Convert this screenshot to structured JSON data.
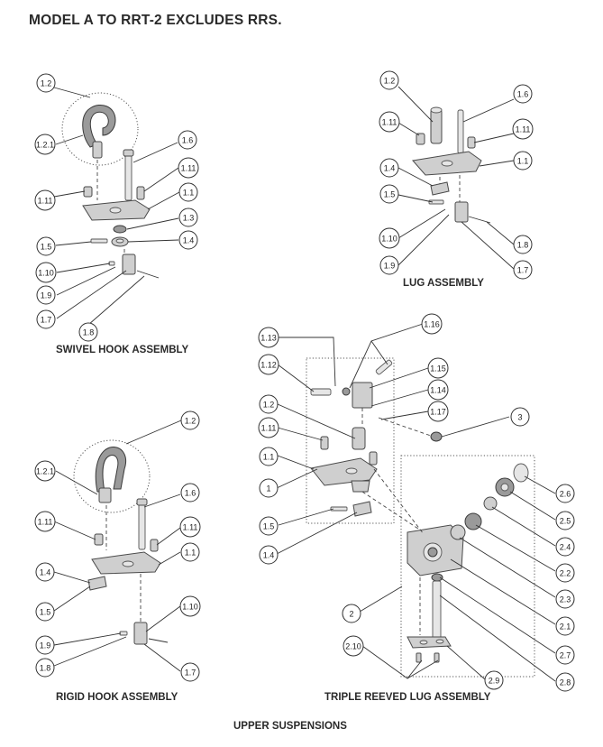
{
  "title": "MODEL A TO RRT-2 EXCLUDES RRS.",
  "footer": "UPPER SUSPENSIONS",
  "assemblies": {
    "swivel_hook": {
      "caption": "SWIVEL HOOK ASSEMBLY",
      "callouts": [
        "1.2",
        "1.2.1",
        "1.6",
        "1.11",
        "1.11",
        "1.1",
        "1.3",
        "1.4",
        "1.5",
        "1.10",
        "1.9",
        "1.7",
        "1.8"
      ]
    },
    "lug": {
      "caption": "LUG ASSEMBLY",
      "callouts": [
        "1.2",
        "1.6",
        "1.11",
        "1.11",
        "1.1",
        "1.4",
        "1.5",
        "1.10",
        "1.9",
        "1.8",
        "1.7"
      ]
    },
    "rigid_hook": {
      "caption": "RIGID HOOK ASSEMBLY",
      "callouts": [
        "1.2",
        "1.2.1",
        "1.6",
        "1.11",
        "1.11",
        "1.1",
        "1.4",
        "1.5",
        "1.10",
        "1.9",
        "1.8",
        "1.7"
      ]
    },
    "triple_reeved_lug": {
      "caption": "TRIPLE REEVED LUG ASSEMBLY",
      "callouts": [
        "1.13",
        "1.16",
        "1.12",
        "1.15",
        "1.14",
        "1.17",
        "3",
        "1.2",
        "1.11",
        "1.1",
        "1",
        "1.5",
        "1.4",
        "2.6",
        "2.5",
        "2.4",
        "2.2",
        "2.3",
        "2.1",
        "2.7",
        "2.8",
        "2",
        "2.10",
        "2.9"
      ]
    }
  }
}
